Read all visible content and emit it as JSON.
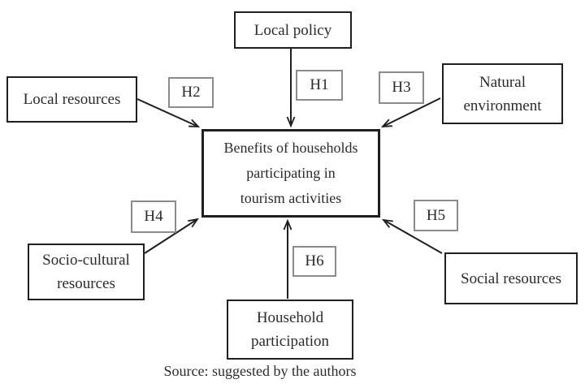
{
  "diagram": {
    "boxes": {
      "local_policy": {
        "lines": [
          "Local policy"
        ]
      },
      "local_resources": {
        "lines": [
          "Local resources"
        ]
      },
      "natural_environment": {
        "lines": [
          "Natural",
          "environment"
        ]
      },
      "central": {
        "lines": [
          "Benefits of households",
          "participating in",
          "tourism activities"
        ]
      },
      "socio_cultural": {
        "lines": [
          "Socio-cultural",
          "resources"
        ]
      },
      "social_resources": {
        "lines": [
          "Social resources"
        ]
      },
      "household_participation": {
        "lines": [
          "Household",
          "participation"
        ]
      }
    },
    "hypotheses": {
      "h1": "H1",
      "h2": "H2",
      "h3": "H3",
      "h4": "H4",
      "h5": "H5",
      "h6": "H6"
    },
    "source_note": "Source: suggested by the authors",
    "colors": {
      "box_border": "#1f1f1f",
      "hypothesis_border": "#8c8c8c",
      "arrow": "#1f1f1f",
      "text": "#2b2b2b",
      "background": "#ffffff"
    }
  }
}
